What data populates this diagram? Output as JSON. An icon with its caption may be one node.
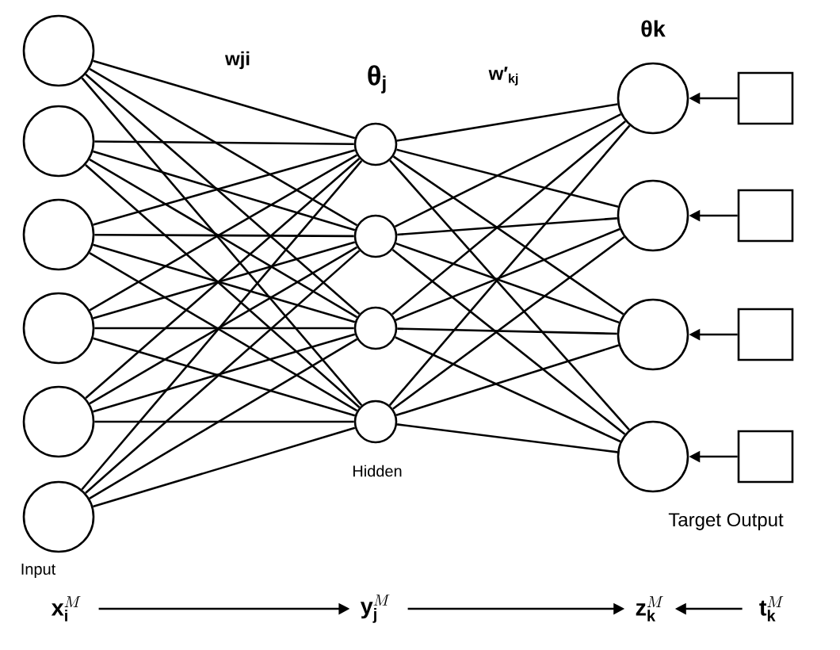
{
  "diagram": {
    "nodes": [
      {
        "text": [],
        "shape": "circle"
      },
      {
        "text": [],
        "shape": "circle"
      },
      {
        "text": [],
        "shape": "circle"
      },
      {
        "text": [],
        "shape": "circle"
      },
      {
        "text": [],
        "shape": "circle"
      },
      {
        "text": [],
        "shape": "circle"
      },
      {
        "text": [],
        "shape": "circle"
      },
      {
        "text": [],
        "shape": "circle"
      },
      {
        "text": [],
        "shape": "circle"
      },
      {
        "text": [],
        "shape": "circle"
      },
      {
        "text": [],
        "shape": "circle"
      },
      {
        "text": [],
        "shape": "circle"
      },
      {
        "text": [],
        "shape": "circle"
      },
      {
        "text": [],
        "shape": "circle"
      },
      {
        "text": [],
        "shape": "box"
      },
      {
        "text": [],
        "shape": "box"
      },
      {
        "text": [],
        "shape": "box"
      },
      {
        "text": [],
        "shape": "box"
      },
      {
        "text": [
          "\\mathbf{x}^{M}_{\\mathbf{i}}"
        ]
      },
      {
        "text": [
          "\\mathbf{y}^{M}_{\\mathbf{j}}"
        ]
      },
      {
        "text": [
          "\\mathbf{z}^{M}_{\\mathbf{k}}"
        ]
      },
      {
        "text": [
          "\\mathbf{t}^{M}_{\\mathbf{k}}"
        ]
      }
    ],
    "edges": [
      {
        "from": 0,
        "to": 6,
        "arrow": "none"
      },
      {
        "from": 0,
        "to": 7,
        "arrow": "none"
      },
      {
        "from": 0,
        "to": 8,
        "arrow": "none"
      },
      {
        "from": 0,
        "to": 9,
        "arrow": "none"
      },
      {
        "from": 1,
        "to": 6,
        "arrow": "none"
      },
      {
        "from": 1,
        "to": 7,
        "arrow": "none"
      },
      {
        "from": 1,
        "to": 8,
        "arrow": "none"
      },
      {
        "from": 1,
        "to": 9,
        "arrow": "none"
      },
      {
        "from": 2,
        "to": 6,
        "arrow": "none"
      },
      {
        "from": 2,
        "to": 7,
        "arrow": "none"
      },
      {
        "from": 2,
        "to": 8,
        "arrow": "none"
      },
      {
        "from": 2,
        "to": 9,
        "arrow": "none"
      },
      {
        "from": 3,
        "to": 6,
        "arrow": "none"
      },
      {
        "from": 3,
        "to": 7,
        "arrow": "none"
      },
      {
        "from": 3,
        "to": 8,
        "arrow": "none"
      },
      {
        "from": 3,
        "to": 9,
        "arrow": "none"
      },
      {
        "from": 4,
        "to": 6,
        "arrow": "none"
      },
      {
        "from": 4,
        "to": 7,
        "arrow": "none"
      },
      {
        "from": 4,
        "to": 8,
        "arrow": "none"
      },
      {
        "from": 4,
        "to": 9,
        "arrow": "none"
      },
      {
        "from": 5,
        "to": 6,
        "arrow": "none"
      },
      {
        "from": 5,
        "to": 7,
        "arrow": "none"
      },
      {
        "from": 5,
        "to": 8,
        "arrow": "none"
      },
      {
        "from": 5,
        "to": 9,
        "arrow": "none"
      },
      {
        "from": 6,
        "to": 10,
        "arrow": "none"
      },
      {
        "from": 6,
        "to": 11,
        "arrow": "none"
      },
      {
        "from": 6,
        "to": 12,
        "arrow": "none"
      },
      {
        "from": 6,
        "to": 13,
        "arrow": "none"
      },
      {
        "from": 7,
        "to": 10,
        "arrow": "none"
      },
      {
        "from": 7,
        "to": 11,
        "arrow": "none"
      },
      {
        "from": 7,
        "to": 12,
        "arrow": "none"
      },
      {
        "from": 7,
        "to": 13,
        "arrow": "none"
      },
      {
        "from": 8,
        "to": 10,
        "arrow": "none"
      },
      {
        "from": 8,
        "to": 11,
        "arrow": "none"
      },
      {
        "from": 8,
        "to": 12,
        "arrow": "none"
      },
      {
        "from": 8,
        "to": 13,
        "arrow": "none"
      },
      {
        "from": 9,
        "to": 10,
        "arrow": "none"
      },
      {
        "from": 9,
        "to": 11,
        "arrow": "none"
      },
      {
        "from": 9,
        "to": 12,
        "arrow": "none"
      },
      {
        "from": 9,
        "to": 13,
        "arrow": "none"
      },
      {
        "from": 14,
        "to": 10,
        "arrow": "to"
      },
      {
        "from": 15,
        "to": 11,
        "arrow": "to"
      },
      {
        "from": 16,
        "to": 12,
        "arrow": "to"
      },
      {
        "from": 17,
        "to": 13,
        "arrow": "to"
      },
      {
        "from": 18,
        "to": 19,
        "arrow": "to"
      },
      {
        "from": 19,
        "to": 20,
        "arrow": "to"
      },
      {
        "from": 21,
        "to": 20,
        "arrow": "to"
      }
    ],
    "labels": [
      "wji",
      "θ$_{j}$",
      "w′$_{kj}$",
      "θk",
      "Hidden",
      "Input",
      "Target Output"
    ]
  }
}
